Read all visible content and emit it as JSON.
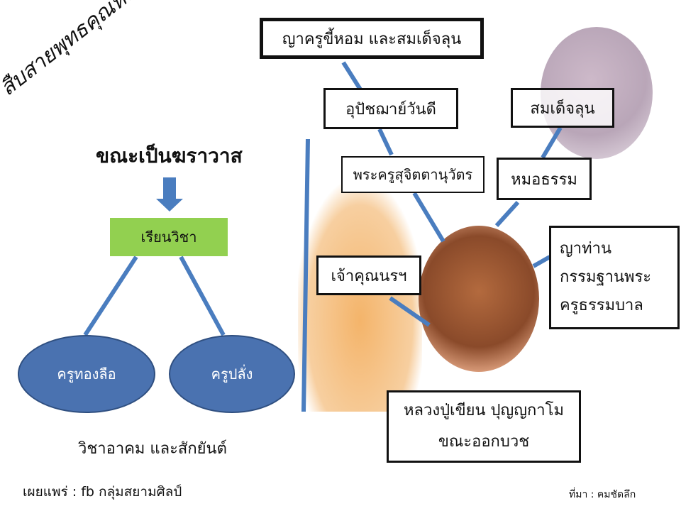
{
  "title": "สืบสายพุทธคุณหลวงปู่เขียน",
  "left": {
    "heading": "ขณะเป็นฆราวาส",
    "study": "เรียนวิชา",
    "teachers": [
      "ครูทองลือ",
      "ครูปลั่ง"
    ],
    "subject": "วิชาอาคม และสักยันต์"
  },
  "right": {
    "top": "ญาครูขี้หอม และสมเด็จลุน",
    "upatchaya": "อุปัชฌาย์วันดี",
    "phrakhru": "พระครูสุจิตตานุวัตร",
    "somdet": "สมเด็จลุน",
    "mor": "หมอธรรม",
    "yathan": [
      "ญาท่าน",
      "กรรมฐานพระ",
      "ครูธรรมบาล"
    ],
    "chao": "เจ้าคุณนรฯ",
    "main": [
      "หลวงปู่เขียน ปุญญกาโม",
      "ขณะออกบวช"
    ]
  },
  "footer": {
    "publisher": "เผยแพร่ : fb กลุ่มสยามศิลป์",
    "source": "ที่มา : คมชัดลึก"
  },
  "colors": {
    "line": "#4a7dbf",
    "green": "#92d050",
    "ellipse": "#4a72b0"
  }
}
